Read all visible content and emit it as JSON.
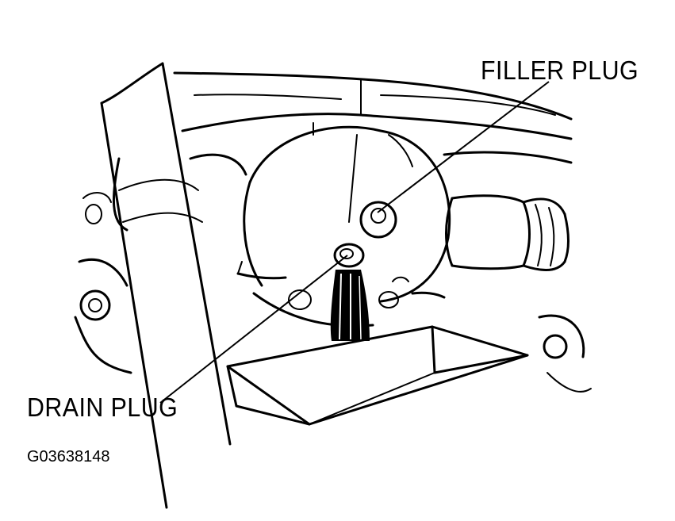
{
  "labels": {
    "filler_plug": "FILLER PLUG",
    "drain_plug": "DRAIN PLUG",
    "figure_id": "G03638148"
  },
  "colors": {
    "ink": "#000000",
    "paper": "#ffffff"
  }
}
